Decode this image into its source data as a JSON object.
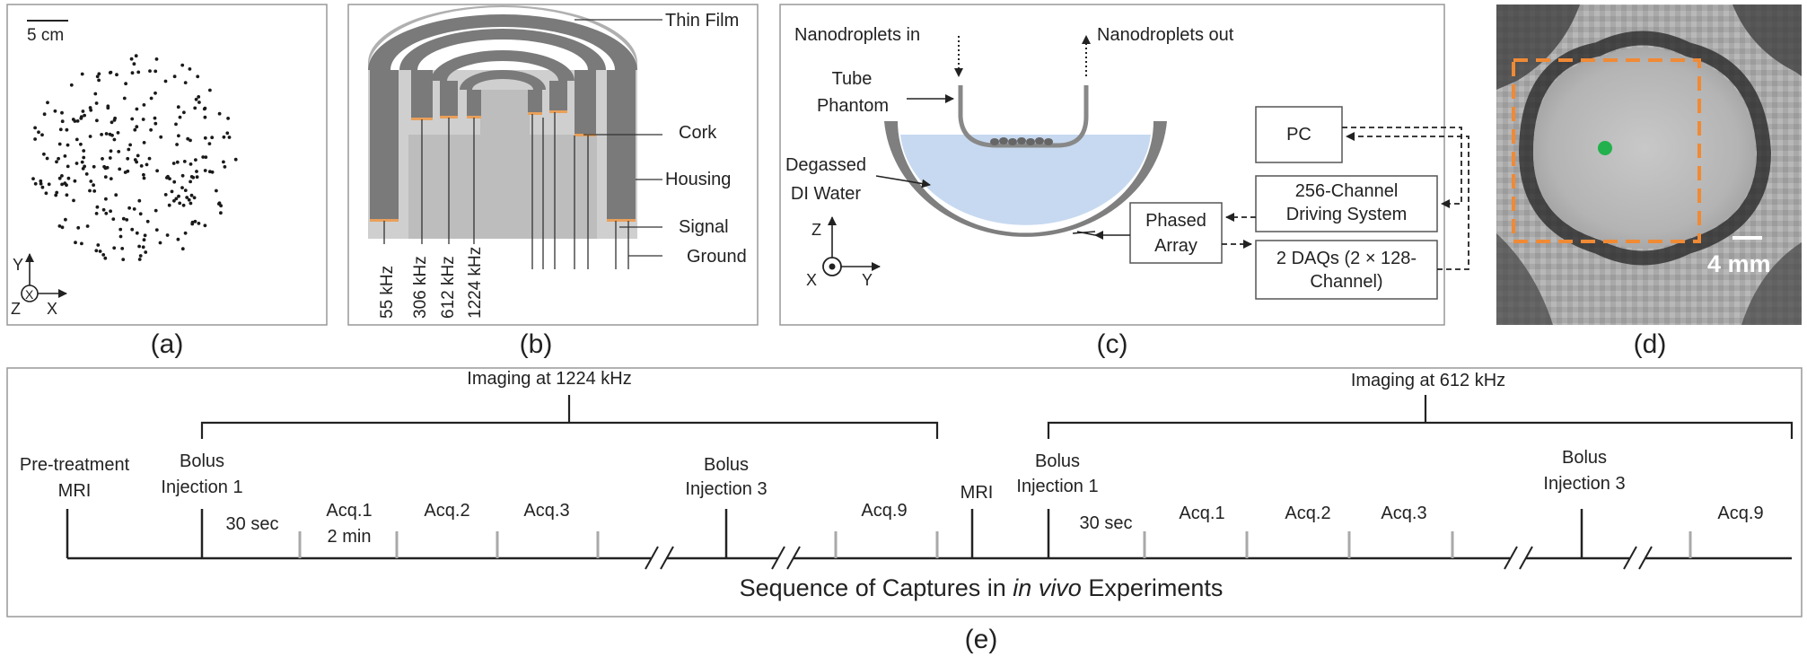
{
  "panel_labels": {
    "a": "(a)",
    "b": "(b)",
    "c": "(c)",
    "d": "(d)",
    "e": "(e)"
  },
  "panel_a": {
    "scale_label": "5 cm",
    "axes": {
      "y": "Y",
      "z": "Z",
      "x": "X",
      "x_center": "X"
    }
  },
  "panel_b": {
    "labels": {
      "thin_film": "Thin Film",
      "cork": "Cork",
      "housing": "Housing",
      "signal": "Signal",
      "ground": "Ground"
    },
    "freqs": [
      "55 kHz",
      "306 kHz",
      "612 kHz",
      "1224 kHz"
    ]
  },
  "panel_c": {
    "nanodroplets_in": "Nanodroplets in",
    "nanodroplets_out": "Nanodroplets out",
    "tube_phantom_1": "Tube",
    "tube_phantom_2": "Phantom",
    "water_1": "Degassed",
    "water_2": "DI Water",
    "pc": "PC",
    "driving_1": "256-Channel",
    "driving_2": "Driving System",
    "phased_1": "Phased",
    "phased_2": "Array",
    "daq_1": "2 DAQs (2 × 128-",
    "daq_2": "Channel)",
    "axes": {
      "z": "Z",
      "x": "X",
      "y": "Y"
    },
    "colors": {
      "water": "#c6d9f0",
      "shell": "#7f7f7f"
    }
  },
  "panel_d": {
    "scale_label": "4 mm",
    "colors": {
      "roi": "#f08a35",
      "target": "#22b14c"
    }
  },
  "panel_e": {
    "title_pre": "Sequence of Captures in ",
    "title_italic": "in vivo",
    "title_post": " Experiments",
    "imaging_1224": "Imaging at 1224 kHz",
    "imaging_612": "Imaging at 612 kHz",
    "pretreatment_1": "Pre-treatment",
    "pretreatment_2": "MRI",
    "bolus1_1": "Bolus",
    "bolus1_2": "Injection 1",
    "bolus3_1": "Bolus",
    "bolus3_2": "Injection 3",
    "mri": "MRI",
    "bolus1b_1": "Bolus",
    "bolus1b_2": "Injection 1",
    "bolus3b_1": "Bolus",
    "bolus3b_2": "Injection 3",
    "sec30": "30 sec",
    "sec30b": "30 sec",
    "acq1": "Acq.1",
    "min2": "2 min",
    "acq2": "Acq.2",
    "acq3": "Acq.3",
    "acq9": "Acq.9",
    "acq1b": "Acq.1",
    "acq2b": "Acq.2",
    "acq3b": "Acq.3",
    "acq9b": "Acq.9"
  }
}
